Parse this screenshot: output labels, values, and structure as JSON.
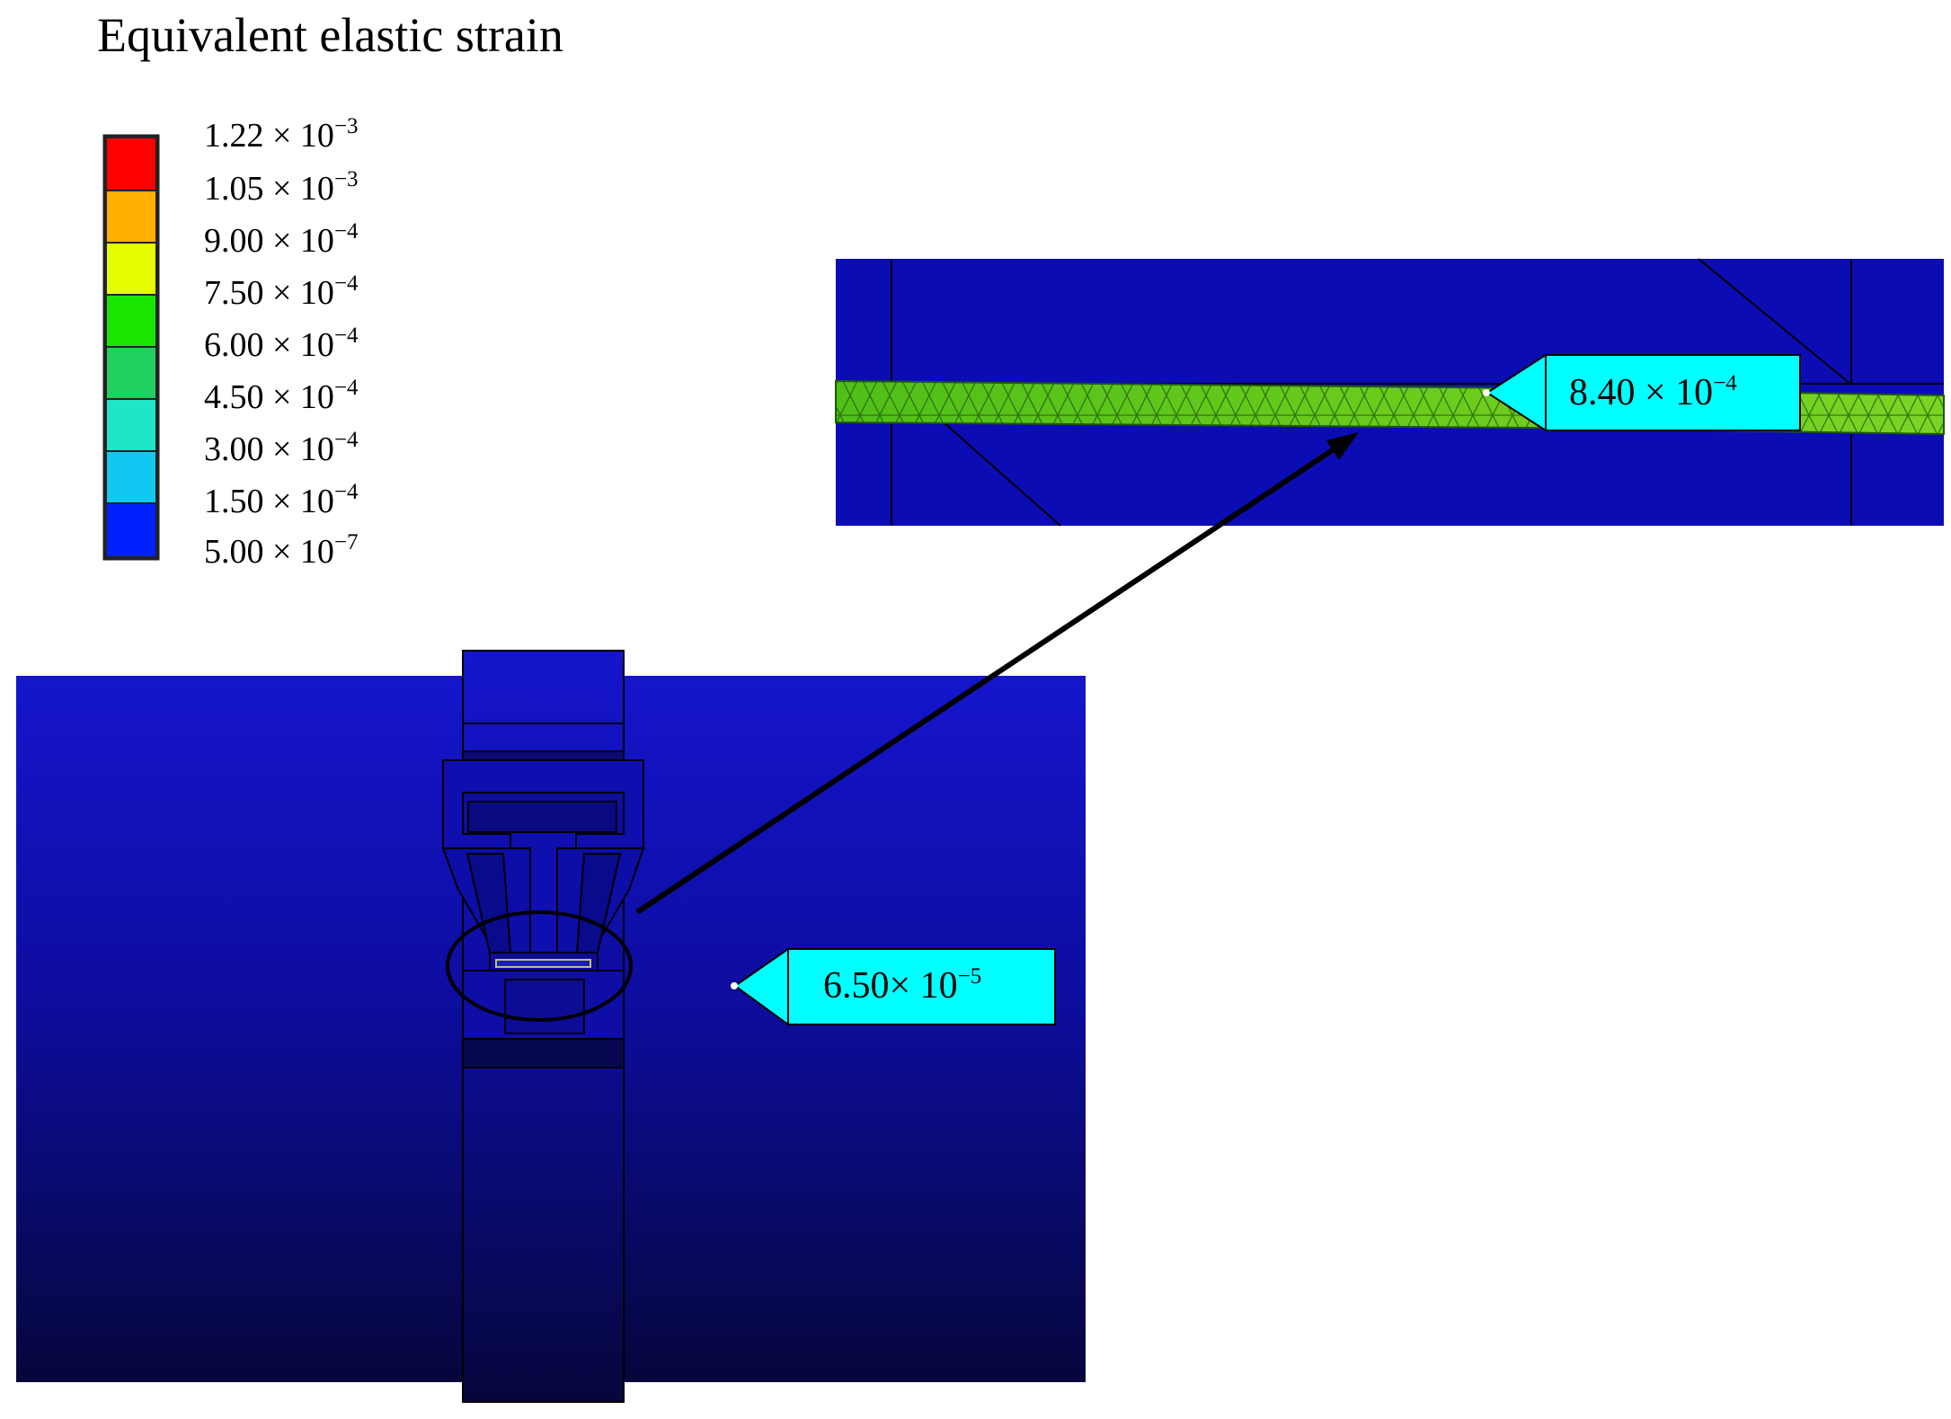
{
  "title": "Equivalent elastic strain",
  "legend": {
    "swatches": [
      {
        "color": "#ff0000"
      },
      {
        "color": "#ffb000"
      },
      {
        "color": "#e6ff00"
      },
      {
        "color": "#19e600"
      },
      {
        "color": "#20d060"
      },
      {
        "color": "#20e6c8"
      },
      {
        "color": "#10c8f0"
      },
      {
        "color": "#0020ff"
      }
    ],
    "labels": [
      {
        "mantissa": "1.22 × 10",
        "exponent": "−3"
      },
      {
        "mantissa": "1.05 × 10",
        "exponent": "−3"
      },
      {
        "mantissa": "9.00 × 10",
        "exponent": "−4"
      },
      {
        "mantissa": "7.50 × 10",
        "exponent": "−4"
      },
      {
        "mantissa": "6.00 × 10",
        "exponent": "−4"
      },
      {
        "mantissa": "4.50 × 10",
        "exponent": "−4"
      },
      {
        "mantissa": "3.00 × 10",
        "exponent": "−4"
      },
      {
        "mantissa": "1.50 × 10",
        "exponent": "−4"
      },
      {
        "mantissa": "5.00 × 10",
        "exponent": "−7"
      }
    ]
  },
  "callouts": {
    "zoom_max": {
      "mantissa": "8.40 × 10",
      "exponent": "−4"
    },
    "model_min": {
      "mantissa": "6.50× 10",
      "exponent": "−5"
    }
  },
  "colors": {
    "model_blue_top": "#1212c8",
    "model_blue_bottom": "#06063a",
    "zoom_blue": "#0c0cb4",
    "callout_fill": "#00ffff",
    "strain_band_green": "#6fc81e"
  }
}
